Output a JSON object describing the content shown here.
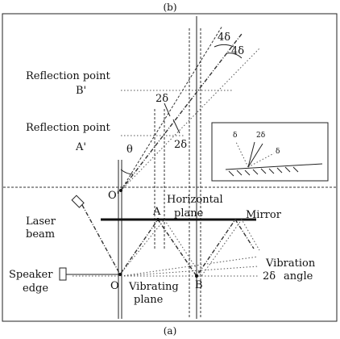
{
  "caption_top": "(b)",
  "caption_bottom": "(a)",
  "labels": {
    "reflection_point_b": "Reflection point",
    "point_b_prime": "B'",
    "reflection_point_a": "Reflection point",
    "point_a_prime": "A'",
    "theta": "θ",
    "two_delta_upper": "2δ",
    "two_delta_lower": "2δ",
    "four_delta_a": "4δ",
    "four_delta_b": "4δ",
    "point_o_prime": "O'",
    "point_o": "O",
    "point_a": "A",
    "point_b": "B",
    "horizontal": "Horizontal",
    "plane_h": "plane",
    "mirror": "Mirror",
    "laser": "Laser",
    "beam": "beam",
    "speaker": "Speaker",
    "edge": "edge",
    "vibrating": "Vibrating",
    "plane_v": "plane",
    "vibration": "Vibration",
    "angle": "angle",
    "two_delta_angle": "2δ"
  },
  "inset": {
    "delta_left": "δ",
    "two_delta": "2δ",
    "delta_right": "δ"
  }
}
